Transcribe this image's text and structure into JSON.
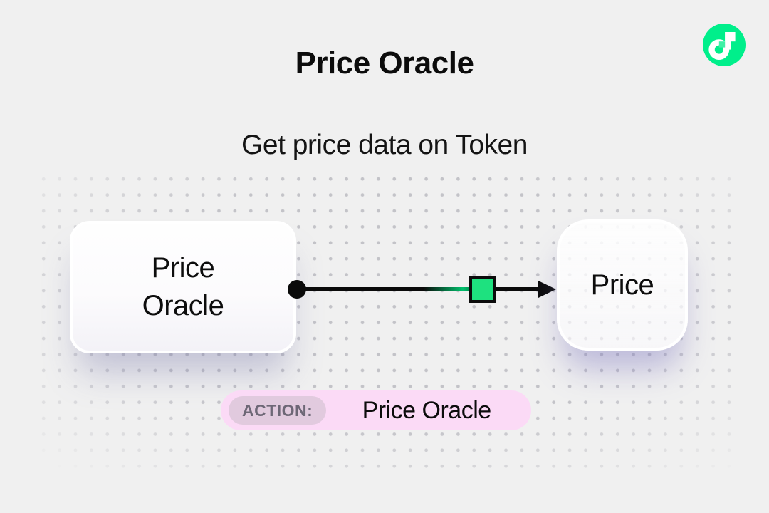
{
  "header": {
    "title": "Price Oracle",
    "subtitle": "Get price data on Token",
    "logo": {
      "name": "flow-logo",
      "brand_green": "#00EF8B",
      "notch_green": "#41F0A6"
    }
  },
  "diagram": {
    "source_node": {
      "label": "Price Oracle"
    },
    "target_node": {
      "label": "Price"
    },
    "connector": {
      "square_color": "#1EE17F",
      "line_color": "#0a0a0a",
      "line_green_tint": "#00C06C"
    }
  },
  "action_badge": {
    "label": "ACTION:",
    "value": "Price Oracle",
    "background": "#FBDAF6",
    "label_background": "#E1CADE",
    "label_color": "#6D6776"
  },
  "page": {
    "background": "#F0F0F0",
    "dot_color": "#C3C3C8"
  }
}
